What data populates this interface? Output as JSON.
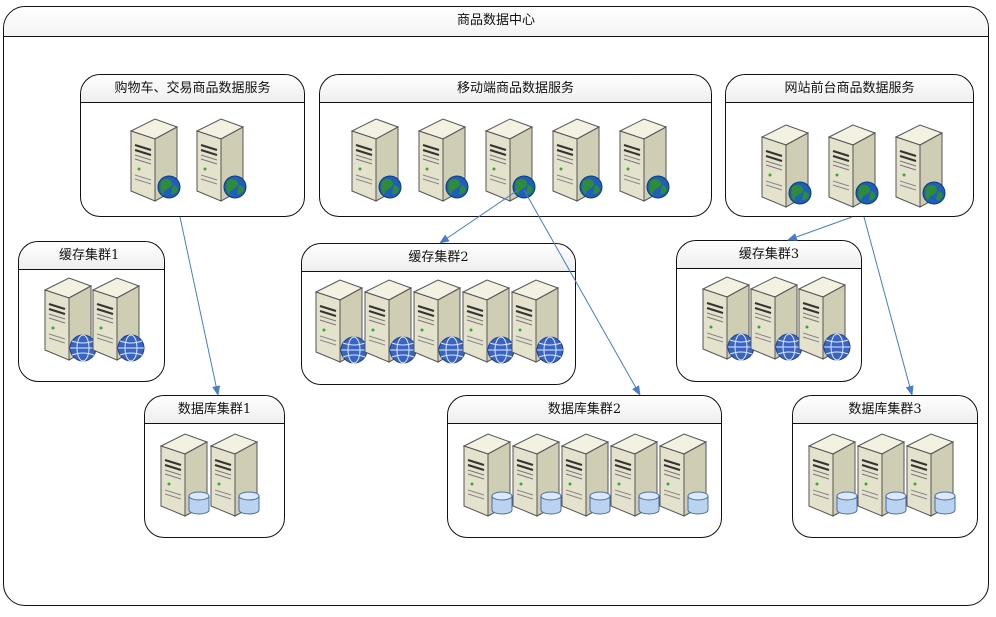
{
  "center": {
    "title": "商品数据中心"
  },
  "services": [
    {
      "id": "cart",
      "title": "购物车、交易商品数据服务",
      "server_count": 2,
      "badge": "globe"
    },
    {
      "id": "mobile",
      "title": "移动端商品数据服务",
      "server_count": 5,
      "badge": "globe"
    },
    {
      "id": "web",
      "title": "网站前台商品数据服务",
      "server_count": 3,
      "badge": "globe"
    }
  ],
  "caches": [
    {
      "id": "cache1",
      "title": "缓存集群1",
      "server_count": 2,
      "badge": "network-globe"
    },
    {
      "id": "cache2",
      "title": "缓存集群2",
      "server_count": 5,
      "badge": "network-globe"
    },
    {
      "id": "cache3",
      "title": "缓存集群3",
      "server_count": 3,
      "badge": "network-globe"
    }
  ],
  "databases": [
    {
      "id": "db1",
      "title": "数据库集群1",
      "server_count": 2,
      "badge": "database-cylinder"
    },
    {
      "id": "db2",
      "title": "数据库集群2",
      "server_count": 5,
      "badge": "database-cylinder"
    },
    {
      "id": "db3",
      "title": "数据库集群3",
      "server_count": 3,
      "badge": "database-cylinder"
    }
  ],
  "colors": {
    "arrow": "#4a7cc7",
    "border": "#111111",
    "globe": "#2e8b3a"
  },
  "connections": [
    {
      "from": "cart",
      "to": "db1"
    },
    {
      "from": "mobile",
      "to": "cache2"
    },
    {
      "from": "mobile",
      "to": "db2"
    },
    {
      "from": "web",
      "to": "cache3"
    },
    {
      "from": "web",
      "to": "db3"
    }
  ]
}
